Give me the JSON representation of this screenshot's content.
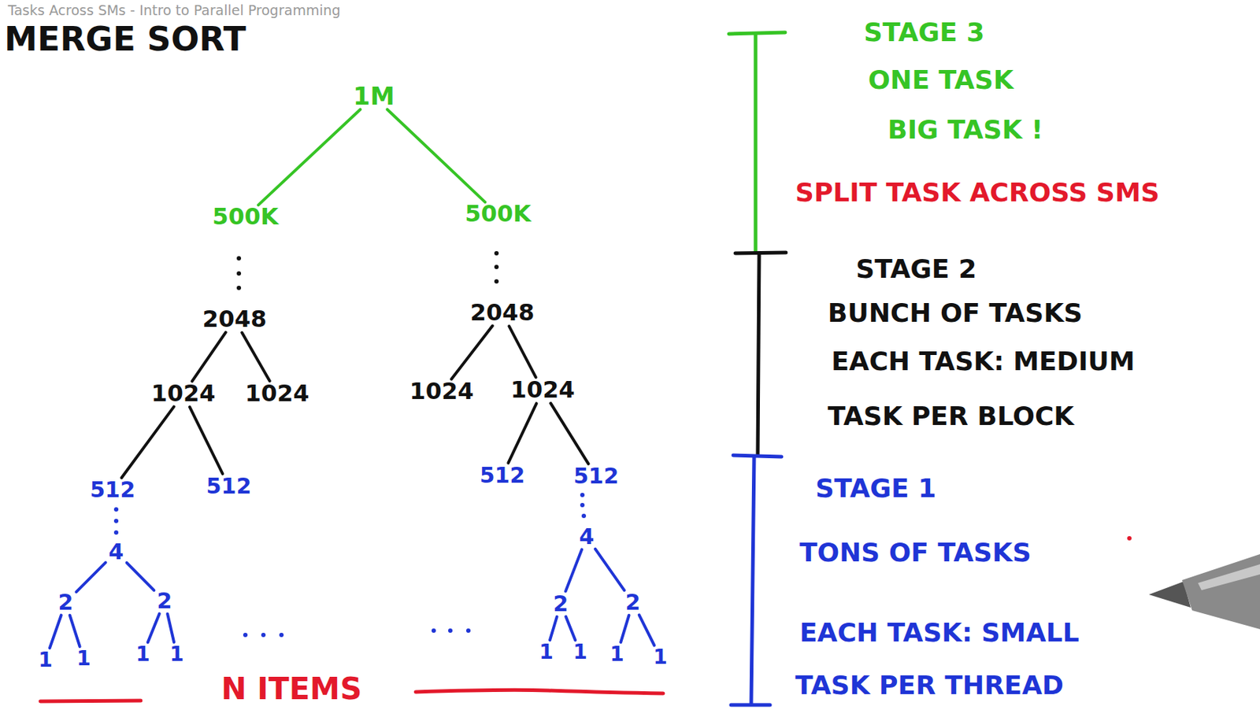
{
  "diagram": {
    "title": "MERGE SORT",
    "nodes": [
      {
        "text": [
          "1M"
        ]
      },
      {
        "text": [
          "500K"
        ]
      },
      {
        "text": [
          "500K"
        ]
      },
      {
        "text": [
          "2048"
        ]
      },
      {
        "text": [
          "2048"
        ]
      },
      {
        "text": [
          "1024"
        ]
      },
      {
        "text": [
          "1024"
        ]
      },
      {
        "text": [
          "1024"
        ]
      },
      {
        "text": [
          "1024"
        ]
      },
      {
        "text": [
          "512"
        ]
      },
      {
        "text": [
          "512"
        ]
      },
      {
        "text": [
          "512"
        ]
      },
      {
        "text": [
          "512"
        ]
      },
      {
        "text": [
          "4"
        ]
      },
      {
        "text": [
          "4"
        ]
      },
      {
        "text": [
          "2"
        ]
      },
      {
        "text": [
          "2"
        ]
      },
      {
        "text": [
          "2"
        ]
      },
      {
        "text": [
          "2"
        ]
      },
      {
        "text": [
          "1"
        ]
      },
      {
        "text": [
          "1"
        ]
      },
      {
        "text": [
          "1"
        ]
      },
      {
        "text": [
          "1"
        ]
      },
      {
        "text": [
          "1"
        ]
      },
      {
        "text": [
          "1"
        ]
      },
      {
        "text": [
          "1"
        ]
      },
      {
        "text": [
          "1"
        ]
      }
    ],
    "edges": [
      {
        "from": 0,
        "to": 1,
        "arrow": "none"
      },
      {
        "from": 0,
        "to": 2,
        "arrow": "none"
      },
      {
        "from": 3,
        "to": 5,
        "arrow": "none"
      },
      {
        "from": 3,
        "to": 6,
        "arrow": "none"
      },
      {
        "from": 4,
        "to": 7,
        "arrow": "none"
      },
      {
        "from": 4,
        "to": 8,
        "arrow": "none"
      },
      {
        "from": 5,
        "to": 9,
        "arrow": "none"
      },
      {
        "from": 5,
        "to": 10,
        "arrow": "none"
      },
      {
        "from": 8,
        "to": 11,
        "arrow": "none"
      },
      {
        "from": 8,
        "to": 12,
        "arrow": "none"
      },
      {
        "from": 13,
        "to": 15,
        "arrow": "none"
      },
      {
        "from": 13,
        "to": 16,
        "arrow": "none"
      },
      {
        "from": 14,
        "to": 17,
        "arrow": "none"
      },
      {
        "from": 14,
        "to": 18,
        "arrow": "none"
      },
      {
        "from": 15,
        "to": 19,
        "arrow": "none"
      },
      {
        "from": 15,
        "to": 20,
        "arrow": "none"
      },
      {
        "from": 16,
        "to": 21,
        "arrow": "none"
      },
      {
        "from": 16,
        "to": 22,
        "arrow": "none"
      },
      {
        "from": 17,
        "to": 23,
        "arrow": "none"
      },
      {
        "from": 17,
        "to": 24,
        "arrow": "none"
      },
      {
        "from": 18,
        "to": 25,
        "arrow": "none"
      },
      {
        "from": 18,
        "to": 26,
        "arrow": "none"
      }
    ],
    "labels": [
      "Tasks Across SMs - Intro to Parallel Programming",
      "N ITEMS",
      "STAGE 3",
      "ONE TASK",
      "BIG TASK !",
      "SPLIT TASK ACROSS SMS",
      "STAGE 2",
      "BUNCH OF TASKS",
      "EACH TASK: MEDIUM",
      "TASK PER BLOCK",
      "STAGE 1",
      "TONS OF TASKS",
      "EACH TASK: SMALL",
      "TASK PER THREAD"
    ]
  }
}
